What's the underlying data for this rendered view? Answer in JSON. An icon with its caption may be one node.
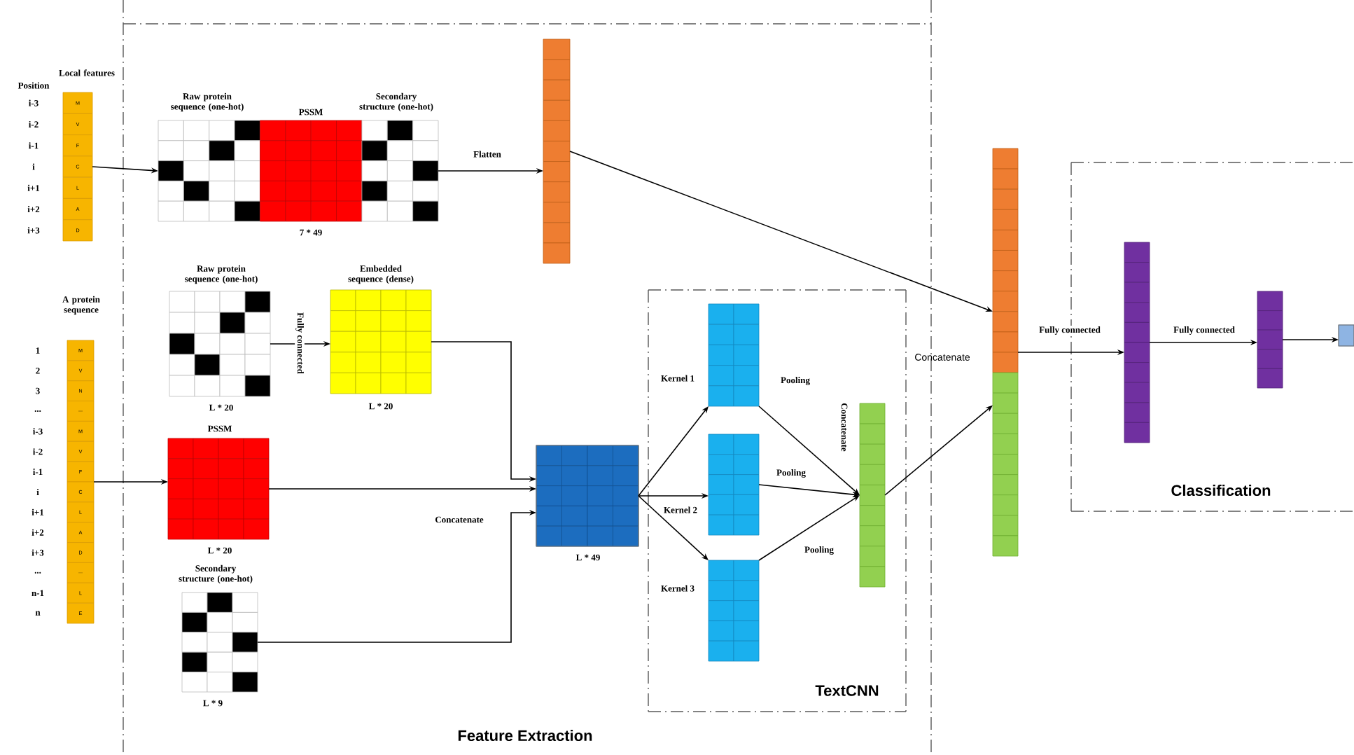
{
  "diagram": {
    "nodes": [
      {
        "text": [
          "Feature Extraction"
        ]
      },
      {
        "text": [
          "TextCNN"
        ],
        "in": 0
      },
      {
        "text": [
          "Classification"
        ]
      },
      {
        "text": [
          "Local features",
          "M",
          "V",
          "F",
          "C",
          "L",
          "A",
          "D"
        ]
      },
      {
        "text": [
          "Raw protein sequence (one-hot)",
          "PSSM",
          "Secondary structure (one-hot)"
        ],
        "beside": [
          "7 * 49"
        ],
        "in": 0
      },
      {
        "text": [],
        "shape": "bar",
        "in": 0
      },
      {
        "text": [
          "A protein sequence",
          "M",
          "V",
          "N",
          "...",
          "M",
          "V",
          "F",
          "C",
          "L",
          "A",
          "D",
          "...",
          "L",
          "E"
        ]
      },
      {
        "text": [
          "Raw protein sequence (one-hot)"
        ],
        "beside": [
          "L * 20"
        ],
        "in": 0
      },
      {
        "text": [
          "Embedded sequence (dense)"
        ],
        "beside": [
          "L * 20"
        ],
        "in": 0
      },
      {
        "text": [
          "PSSM"
        ],
        "beside": [
          "L * 20"
        ],
        "in": 0
      },
      {
        "text": [
          "Secondary structure (one-hot)"
        ],
        "beside": [
          "L * 9"
        ],
        "in": 0
      },
      {
        "text": [],
        "shape": "box",
        "beside": [
          "L * 49"
        ],
        "in": 0
      },
      {
        "text": [],
        "shape": "bar",
        "in": 1
      },
      {
        "text": [],
        "shape": "bar",
        "in": 1
      },
      {
        "text": [],
        "shape": "bar",
        "in": 1
      },
      {
        "text": [],
        "shape": "bar",
        "in": 1
      },
      {
        "text": [],
        "shape": "bar",
        "beside": [
          "Concatenate"
        ]
      },
      {
        "text": [],
        "shape": "bar",
        "in": 2
      },
      {
        "text": [],
        "shape": "bar",
        "in": 2
      },
      {
        "text": [],
        "shape": "box",
        "in": 2
      }
    ],
    "edges": [
      {
        "from": 3,
        "to": 4,
        "arrow": "to"
      },
      {
        "from": 4,
        "to": 5,
        "arrow": "to",
        "label": "Flatten"
      },
      {
        "from": 6,
        "to": 9,
        "arrow": "to"
      },
      {
        "from": 7,
        "to": 8,
        "arrow": "to",
        "label": "Fully connected"
      },
      {
        "from": 8,
        "to": 11,
        "arrow": "to"
      },
      {
        "from": 9,
        "to": 11,
        "arrow": "to",
        "label": "Concatenate"
      },
      {
        "from": 10,
        "to": 11,
        "arrow": "to"
      },
      {
        "from": 11,
        "to": 12,
        "arrow": "to",
        "label": "Kernel 1"
      },
      {
        "from": 11,
        "to": 13,
        "arrow": "to",
        "label": "Kernel 2"
      },
      {
        "from": 11,
        "to": 14,
        "arrow": "to",
        "label": "Kernel 3"
      },
      {
        "from": 12,
        "to": 15,
        "arrow": "to",
        "label": "Pooling"
      },
      {
        "from": 13,
        "to": 15,
        "arrow": "to",
        "label": "Pooling"
      },
      {
        "from": 14,
        "to": 15,
        "arrow": "to",
        "label": "Pooling"
      },
      {
        "from": 5,
        "to": 16,
        "arrow": "to"
      },
      {
        "from": 15,
        "to": 16,
        "arrow": "to"
      },
      {
        "from": 16,
        "to": 17,
        "arrow": "to",
        "label": "Fully connected"
      },
      {
        "from": 17,
        "to": 18,
        "arrow": "to",
        "label": "Fully connected"
      },
      {
        "from": 18,
        "to": 19,
        "arrow": "to"
      }
    ],
    "labels": [
      "Position",
      "i-3",
      "i-2",
      "i-1",
      "i",
      "i+1",
      "i+2",
      "i+3",
      "1",
      "2",
      "3",
      "...",
      "i-3",
      "i-2",
      "i-1",
      "i",
      "i+1",
      "i+2",
      "i+3",
      "...",
      "n-1",
      "n",
      "Concatenate"
    ]
  }
}
